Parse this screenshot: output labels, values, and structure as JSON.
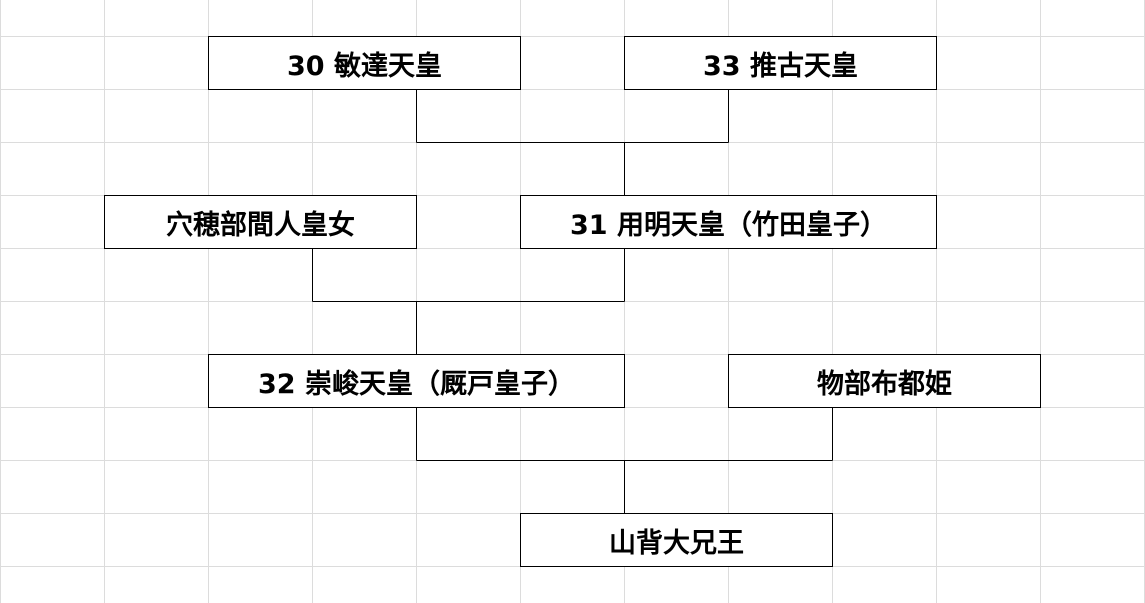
{
  "diagram": {
    "nodes": {
      "bidatsu": "30 敏達天皇",
      "suiko": "33 推古天皇",
      "anahobe": "穴穂部間人皇女",
      "yomei": "31 用明天皇（竹田皇子）",
      "sushun": "32 崇峻天皇（厩戸皇子）",
      "mononobe": "物部布都姫",
      "yamashiro": "山背大兄王"
    },
    "unions": [
      {
        "parents": [
          "bidatsu",
          "suiko"
        ],
        "child": "yomei"
      },
      {
        "parents": [
          "anahobe",
          "yomei"
        ],
        "child": "sushun"
      },
      {
        "parents": [
          "sushun",
          "mononobe"
        ],
        "child": "yamashiro"
      }
    ]
  }
}
